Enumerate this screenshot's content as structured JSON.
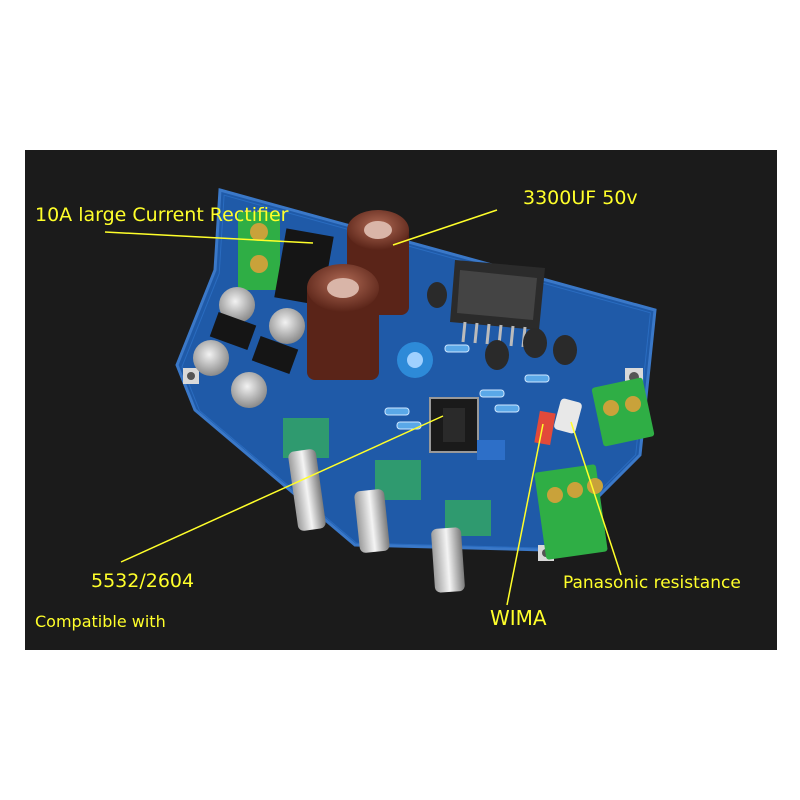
{
  "annotations": {
    "rectifier": "10A large Current Rectifier",
    "capacitor": "3300UF 50v",
    "opamp": "5532/2604",
    "compatible": "Compatible with",
    "wima": "WIMA",
    "panasonic": "Panasonic resistance"
  },
  "colors": {
    "background": "#1b1b1b",
    "pcb": "#1f5aa8",
    "label_text": "#ffff2a",
    "terminal_block": "#2fae45"
  }
}
